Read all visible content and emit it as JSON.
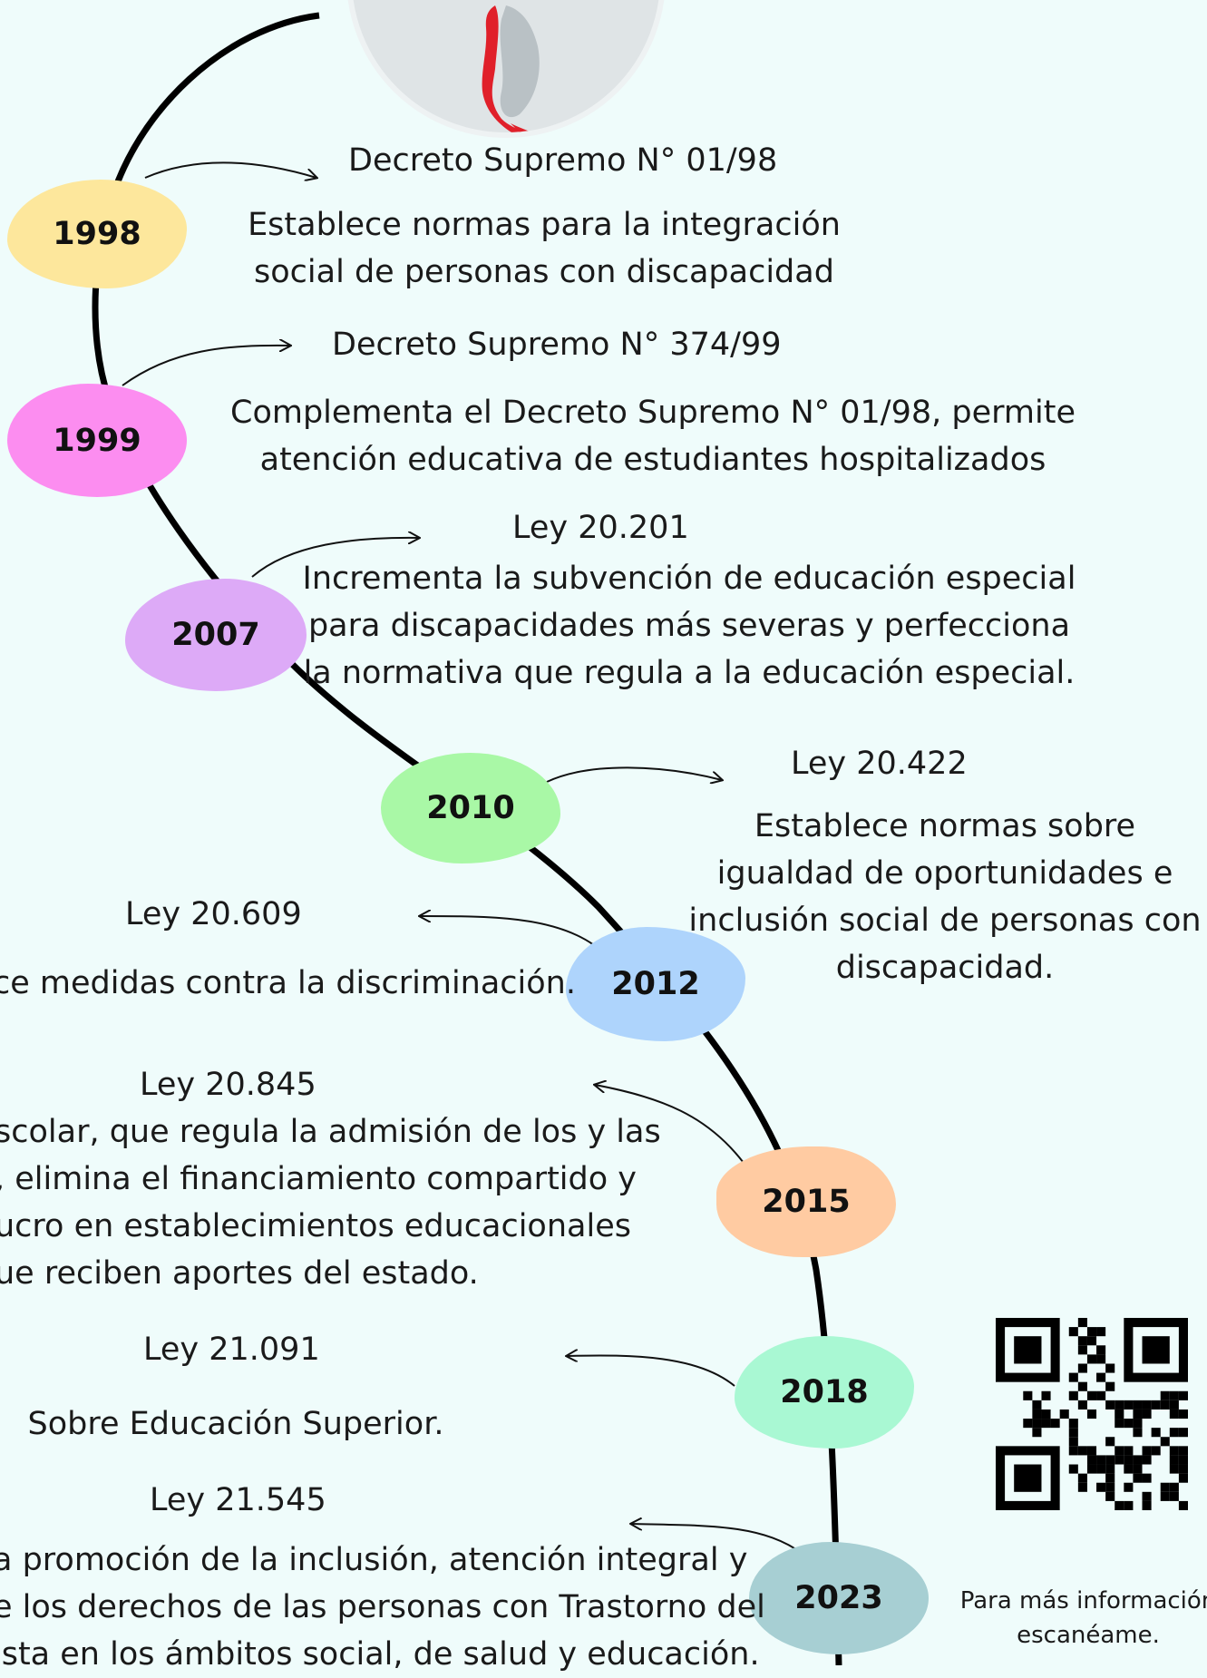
{
  "timeline": [
    {
      "year": "1998",
      "color": "#fde79c",
      "title": "Decreto Supremo N° 01/98",
      "description": "Establece normas para la integración\nsocial de personas con discapacidad"
    },
    {
      "year": "1999",
      "color": "#fc8df0",
      "title": "Decreto Supremo N° 374/99",
      "description": "Complementa el Decreto Supremo N° 01/98, permite\natención educativa de estudiantes hospitalizados"
    },
    {
      "year": "2007",
      "color": "#ddaaf7",
      "title": "Ley 20.201",
      "description": "Incrementa la subvención de educación especial\npara discapacidades más severas y perfecciona\nla normativa que regula a la educación especial."
    },
    {
      "year": "2010",
      "color": "#a9f8a6",
      "title": "Ley 20.422",
      "description": "Establece normas sobre\nigualdad de oportunidades e\ninclusión social de personas con\ndiscapacidad."
    },
    {
      "year": "2012",
      "color": "#aed4fc",
      "title": "Ley 20.609",
      "description": "ce medidas contra la discriminación."
    },
    {
      "year": "2015",
      "color": "#ffcba2",
      "title": "Ley 20.845",
      "description": "scolar, que regula la admisión de los y las\n, elimina el financiamiento compartido y\nucro en establecimientos educacionales\nue reciben aportes del estado."
    },
    {
      "year": "2018",
      "color": "#a9f8d3",
      "title": "Ley 21.091",
      "description": "Sobre Educación Superior."
    },
    {
      "year": "2023",
      "color": "#a7cfd3",
      "title": "Ley 21.545",
      "description": "a promoción de la inclusión, atención integral y\ne los derechos de las personas con Trastorno del\nista en los ámbitos social, de salud y educación."
    }
  ],
  "qr": {
    "caption": "Para más información\nescanéame.",
    "icon": "qr-code-icon"
  },
  "map": {
    "icon": "chile-map-icon",
    "highlight_color": "#e0202a"
  }
}
